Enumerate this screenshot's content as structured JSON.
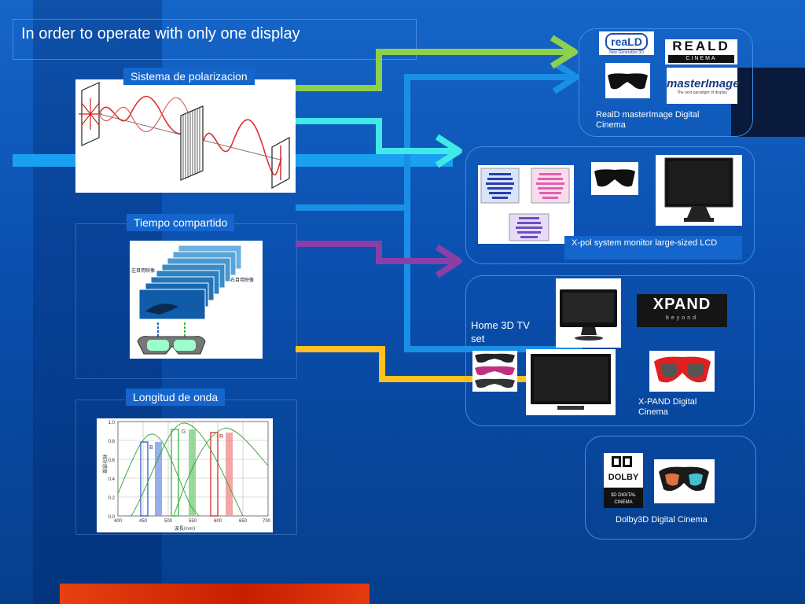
{
  "slide": {
    "title": "In order to operate with only one display",
    "methods": {
      "polarization": "Sistema de polarizacion",
      "time_sharing": "Tiempo compartido",
      "wavelength": "Longitud de onda"
    },
    "products": {
      "reald_caption": "RealD  masterImage Digital Cinema",
      "xpol_caption": "X-pol system monitor    large-sized LCD",
      "home3d_caption": "Home 3D TV set",
      "xpand_caption": "X-PAND    Digital Cinema",
      "dolby_caption": "Dolby3D Digital Cinema"
    },
    "logos": {
      "reald_small": "reaLD",
      "reald_small_sub": "New Generation 3D",
      "reald_big": "REALD",
      "reald_big_sub": "CINEMA",
      "masterimage": "masterImage",
      "masterimage_sub": "The next paradigm of display",
      "xpand": "XPAND",
      "xpand_sub": "beyond",
      "dolby": "DOLBY",
      "dolby_sub1": "3D DIGITAL",
      "dolby_sub2": "CINEMA"
    },
    "spectrum": {
      "yticks": [
        "0.0",
        "0.2",
        "0.4",
        "0.6",
        "0.8",
        "1.0"
      ],
      "xticks": [
        "400",
        "450",
        "500",
        "550",
        "600",
        "650",
        "700"
      ],
      "ylabel": "相対感度",
      "xlabel": "波長(nm)",
      "band_labels": [
        "B",
        "G",
        "R"
      ]
    }
  },
  "colors": {
    "arrow_green": "#8ed04a",
    "arrow_cyan": "#40e8e8",
    "arrow_purple": "#8a3ea8",
    "arrow_yellow": "#ffc020",
    "arrow_blue": "#1a8fe8"
  }
}
